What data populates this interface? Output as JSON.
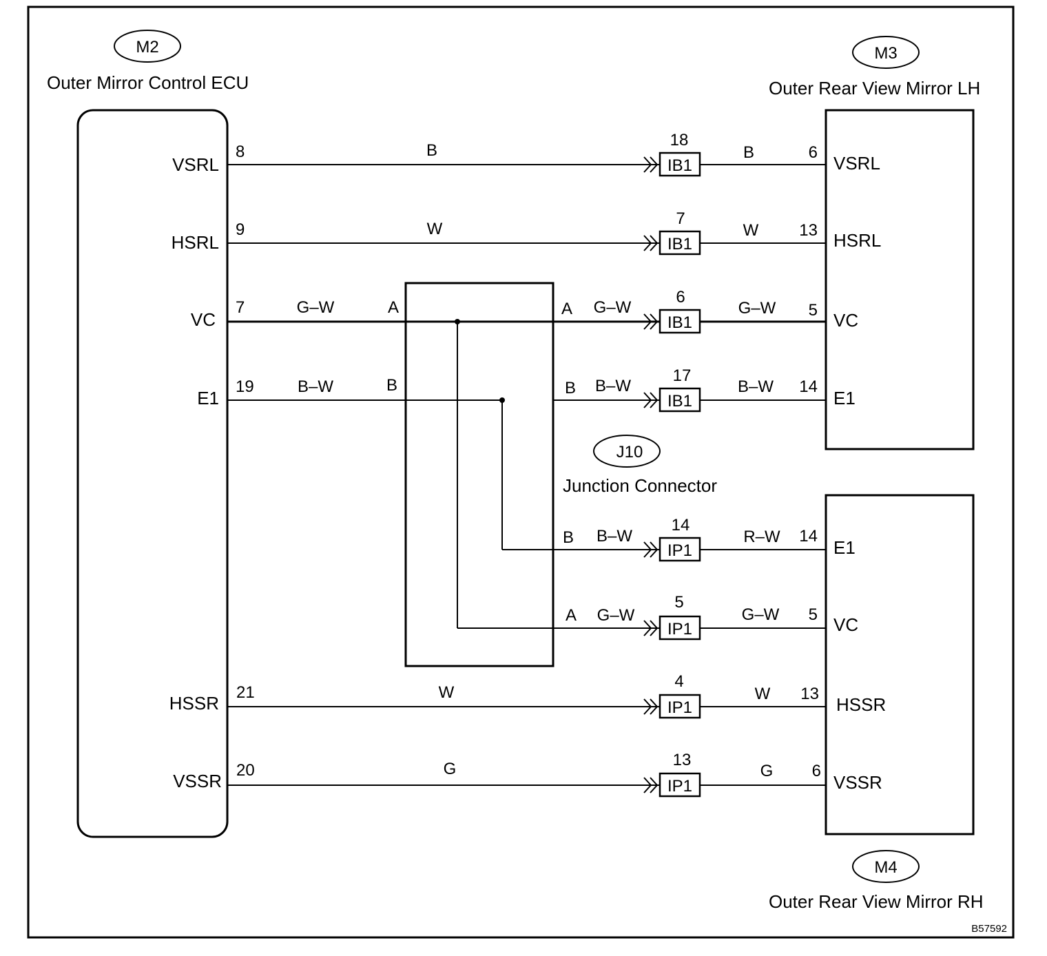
{
  "figure_id": "B57592",
  "components": {
    "ecu": {
      "code": "M2",
      "name": "Outer Mirror Control ECU"
    },
    "mirror_lh": {
      "code": "M3",
      "name": "Outer Rear View Mirror LH"
    },
    "mirror_rh": {
      "code": "M4",
      "name": "Outer Rear View Mirror RH"
    },
    "junction": {
      "code": "J10",
      "name": "Junction Connector"
    }
  },
  "circuits": [
    {
      "id": "vsrl",
      "ecu_terminal": "VSRL",
      "ecu_pin": "8",
      "wire_color": "B",
      "connector": "IB1",
      "connector_pin": "18",
      "mirror_wire_color": "B",
      "mirror_pin": "6",
      "mirror_terminal": "VSRL"
    },
    {
      "id": "hsrl",
      "ecu_terminal": "HSRL",
      "ecu_pin": "9",
      "wire_color": "W",
      "connector": "IB1",
      "connector_pin": "7",
      "mirror_wire_color": "W",
      "mirror_pin": "13",
      "mirror_terminal": "HSRL"
    },
    {
      "id": "vc-lh",
      "ecu_terminal": "VC",
      "ecu_pin": "7",
      "wire_color": "G–W",
      "junction_in": "A",
      "junction_out": "A",
      "out_wire_color": "G–W",
      "connector": "IB1",
      "connector_pin": "6",
      "mirror_wire_color": "G–W",
      "mirror_pin": "5",
      "mirror_terminal": "VC"
    },
    {
      "id": "e1-lh",
      "ecu_terminal": "E1",
      "ecu_pin": "19",
      "wire_color": "B–W",
      "junction_in": "B",
      "junction_out": "B",
      "out_wire_color": "B–W",
      "connector": "IB1",
      "connector_pin": "17",
      "mirror_wire_color": "B–W",
      "mirror_pin": "14",
      "mirror_terminal": "E1"
    },
    {
      "id": "e1-rh",
      "junction_out": "B",
      "out_wire_color": "B–W",
      "connector": "IP1",
      "connector_pin": "14",
      "mirror_wire_color": "R–W",
      "mirror_pin": "14",
      "mirror_terminal": "E1"
    },
    {
      "id": "vc-rh",
      "junction_out": "A",
      "out_wire_color": "G–W",
      "connector": "IP1",
      "connector_pin": "5",
      "mirror_wire_color": "G–W",
      "mirror_pin": "5",
      "mirror_terminal": "VC"
    },
    {
      "id": "hssr",
      "ecu_terminal": "HSSR",
      "ecu_pin": "21",
      "wire_color": "W",
      "connector": "IP1",
      "connector_pin": "4",
      "mirror_wire_color": "W",
      "mirror_pin": "13",
      "mirror_terminal": "HSSR"
    },
    {
      "id": "vssr",
      "ecu_terminal": "VSSR",
      "ecu_pin": "20",
      "wire_color": "G",
      "connector": "IP1",
      "connector_pin": "13",
      "mirror_wire_color": "G",
      "mirror_pin": "6",
      "mirror_terminal": "VSSR"
    }
  ]
}
